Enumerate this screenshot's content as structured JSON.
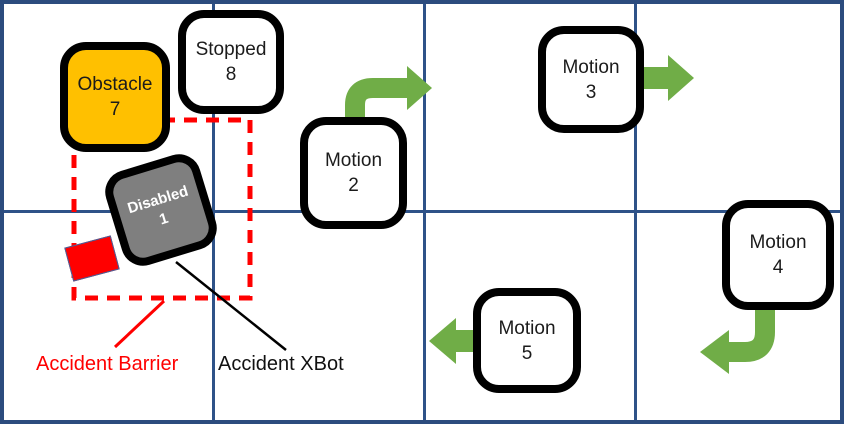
{
  "grid": {
    "rows": 2,
    "columns": 4
  },
  "colors": {
    "outer_border": "#2C4C7E",
    "grid_line": "#2E5288",
    "robot_border": "#000000",
    "robot_fill": "#FFFFFF",
    "obstacle_fill": "#FFC000",
    "disabled_fill": "#7F7F7F",
    "motion_arrow_green": "#70AD47",
    "accident_red": "#FF0000"
  },
  "robots": [
    {
      "id": "stopped-8",
      "label": "Stopped",
      "number": "8",
      "state": "stopped"
    },
    {
      "id": "obstacle-7",
      "label": "Obstacle",
      "number": "7",
      "state": "obstacle"
    },
    {
      "id": "disabled-1",
      "label": "Disabled",
      "number": "1",
      "state": "disabled"
    },
    {
      "id": "motion-2",
      "label": "Motion",
      "number": "2",
      "state": "motion",
      "direction": "up-then-right"
    },
    {
      "id": "motion-3",
      "label": "Motion",
      "number": "3",
      "state": "motion",
      "direction": "right"
    },
    {
      "id": "motion-4",
      "label": "Motion",
      "number": "4",
      "state": "motion",
      "direction": "down-then-left"
    },
    {
      "id": "motion-5",
      "label": "Motion",
      "number": "5",
      "state": "motion",
      "direction": "left"
    }
  ],
  "annotations": {
    "accident_barrier_label": "Accident Barrier",
    "accident_xbot_label": "Accident XBot"
  }
}
